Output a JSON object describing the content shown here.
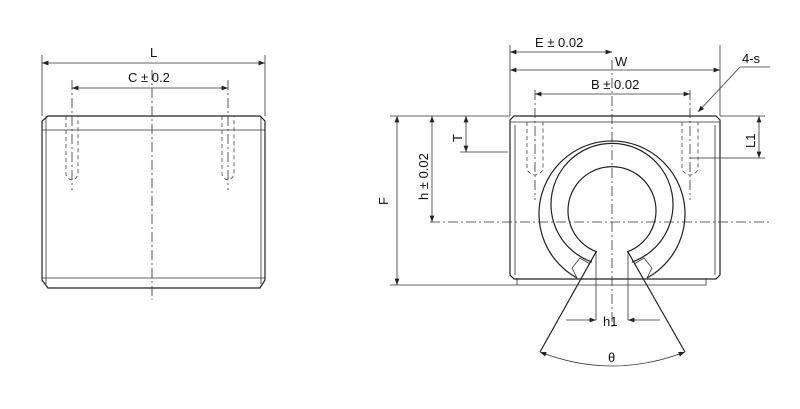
{
  "side_view": {
    "length_label": "L",
    "hole_spacing_label": "C ± 0.2"
  },
  "front_view": {
    "edge_to_center_label": "E ± 0.02",
    "width_label": "W",
    "hole_spacing_label": "B ± 0.02",
    "thread_label": "4-s",
    "thread_depth_label": "T",
    "hole_depth_label": "L1",
    "center_height_label": "h ± 0.02",
    "overall_height_label": "F",
    "slot_width_label": "h1",
    "opening_angle_label": "θ"
  }
}
